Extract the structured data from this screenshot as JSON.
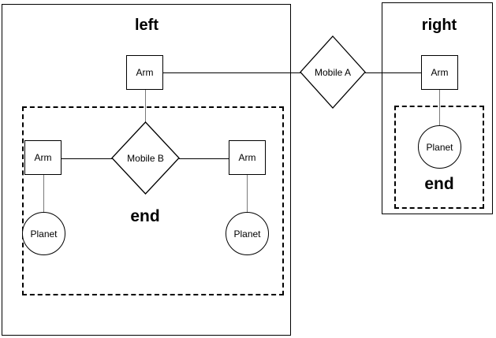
{
  "diagram": {
    "title_left": "left",
    "title_right": "right",
    "end_label": "end",
    "colors": {
      "stroke": "#000000",
      "edge_grey": "#7a7a7a",
      "background": "#ffffff"
    },
    "groups": [
      {
        "id": "left-group",
        "label": "left",
        "kind": "solid-container"
      },
      {
        "id": "right-group",
        "label": "right",
        "kind": "solid-container"
      },
      {
        "id": "left-end-group",
        "label": "end",
        "kind": "dashed-container"
      },
      {
        "id": "right-end-group",
        "label": "end",
        "kind": "dashed-container"
      }
    ],
    "nodes": {
      "arm_left_top": "Arm",
      "arm_left_inner": "Arm",
      "arm_right_inner": "Arm",
      "arm_right_top": "Arm",
      "mobile_a": "Mobile A",
      "mobile_b": "Mobile B",
      "planet_left": "Planet",
      "planet_mid": "Planet",
      "planet_right": "Planet"
    }
  }
}
